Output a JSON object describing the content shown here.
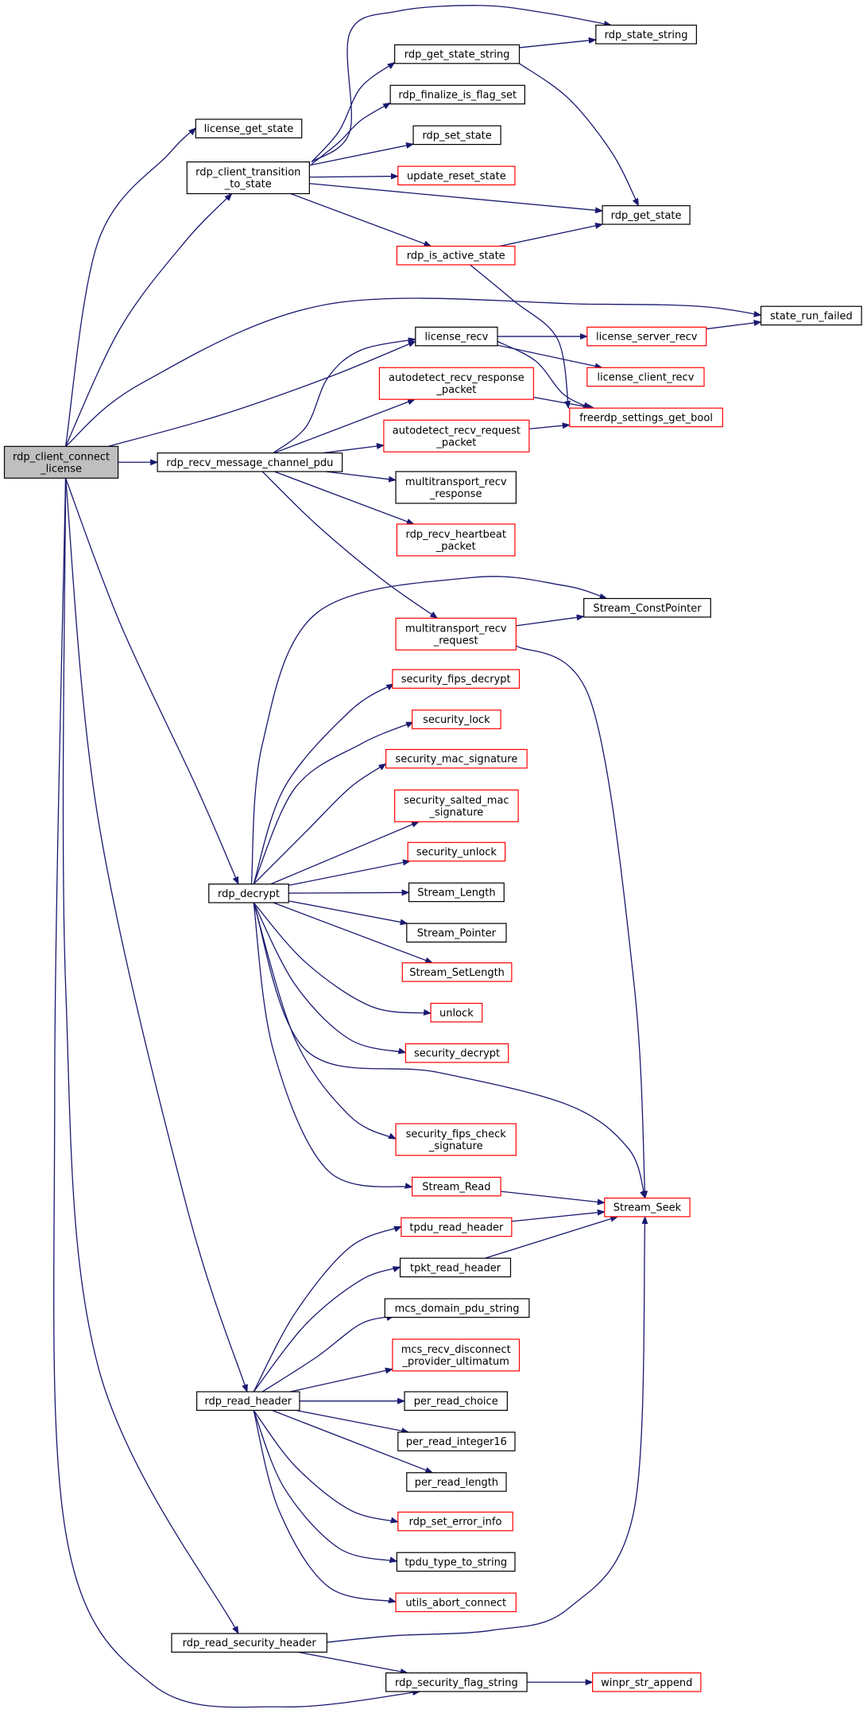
{
  "colors": {
    "edge": "#191970",
    "node_border_normal": "#000000",
    "node_border_truncated": "#ff0000",
    "node_fill": "#ffffff",
    "root_fill": "#bfbfbf",
    "background": "#ffffff"
  },
  "nodes": [
    {
      "id": "rdp_client_connect_license",
      "lines": [
        "rdp_client_connect",
        "_license"
      ],
      "style": "root"
    },
    {
      "id": "license_get_state",
      "lines": [
        "license_get_state"
      ],
      "style": "normal"
    },
    {
      "id": "rdp_client_transition_to_state",
      "lines": [
        "rdp_client_transition",
        "_to_state"
      ],
      "style": "normal"
    },
    {
      "id": "rdp_get_state_string",
      "lines": [
        "rdp_get_state_string"
      ],
      "style": "normal"
    },
    {
      "id": "rdp_state_string",
      "lines": [
        "rdp_state_string"
      ],
      "style": "normal"
    },
    {
      "id": "rdp_finalize_is_flag_set",
      "lines": [
        "rdp_finalize_is_flag_set"
      ],
      "style": "normal"
    },
    {
      "id": "rdp_set_state",
      "lines": [
        "rdp_set_state"
      ],
      "style": "normal"
    },
    {
      "id": "update_reset_state",
      "lines": [
        "update_reset_state"
      ],
      "style": "truncated"
    },
    {
      "id": "rdp_get_state",
      "lines": [
        "rdp_get_state"
      ],
      "style": "normal"
    },
    {
      "id": "rdp_is_active_state",
      "lines": [
        "rdp_is_active_state"
      ],
      "style": "truncated"
    },
    {
      "id": "state_run_failed",
      "lines": [
        "state_run_failed"
      ],
      "style": "normal"
    },
    {
      "id": "license_recv",
      "lines": [
        "license_recv"
      ],
      "style": "normal"
    },
    {
      "id": "license_server_recv",
      "lines": [
        "license_server_recv"
      ],
      "style": "truncated"
    },
    {
      "id": "license_client_recv",
      "lines": [
        "license_client_recv"
      ],
      "style": "truncated"
    },
    {
      "id": "autodetect_recv_response_packet",
      "lines": [
        "autodetect_recv_response",
        "_packet"
      ],
      "style": "truncated"
    },
    {
      "id": "freerdp_settings_get_bool",
      "lines": [
        "freerdp_settings_get_bool"
      ],
      "style": "truncated"
    },
    {
      "id": "autodetect_recv_request_packet",
      "lines": [
        "autodetect_recv_request",
        "_packet"
      ],
      "style": "truncated"
    },
    {
      "id": "rdp_recv_message_channel_pdu",
      "lines": [
        "rdp_recv_message_channel_pdu"
      ],
      "style": "normal"
    },
    {
      "id": "multitransport_recv_response",
      "lines": [
        "multitransport_recv",
        "_response"
      ],
      "style": "normal"
    },
    {
      "id": "rdp_recv_heartbeat_packet",
      "lines": [
        "rdp_recv_heartbeat",
        "_packet"
      ],
      "style": "truncated"
    },
    {
      "id": "multitransport_recv_request",
      "lines": [
        "multitransport_recv",
        "_request"
      ],
      "style": "truncated"
    },
    {
      "id": "Stream_ConstPointer",
      "lines": [
        "Stream_ConstPointer"
      ],
      "style": "normal"
    },
    {
      "id": "security_fips_decrypt",
      "lines": [
        "security_fips_decrypt"
      ],
      "style": "truncated"
    },
    {
      "id": "security_lock",
      "lines": [
        "security_lock"
      ],
      "style": "truncated"
    },
    {
      "id": "security_mac_signature",
      "lines": [
        "security_mac_signature"
      ],
      "style": "truncated"
    },
    {
      "id": "security_salted_mac_signature",
      "lines": [
        "security_salted_mac",
        "_signature"
      ],
      "style": "truncated"
    },
    {
      "id": "security_unlock",
      "lines": [
        "security_unlock"
      ],
      "style": "truncated"
    },
    {
      "id": "rdp_decrypt",
      "lines": [
        "rdp_decrypt"
      ],
      "style": "normal"
    },
    {
      "id": "Stream_Length",
      "lines": [
        "Stream_Length"
      ],
      "style": "normal"
    },
    {
      "id": "Stream_Pointer",
      "lines": [
        "Stream_Pointer"
      ],
      "style": "normal"
    },
    {
      "id": "Stream_SetLength",
      "lines": [
        "Stream_SetLength"
      ],
      "style": "truncated"
    },
    {
      "id": "unlock",
      "lines": [
        "unlock"
      ],
      "style": "truncated"
    },
    {
      "id": "security_decrypt",
      "lines": [
        "security_decrypt"
      ],
      "style": "truncated"
    },
    {
      "id": "security_fips_check_signature",
      "lines": [
        "security_fips_check",
        "_signature"
      ],
      "style": "truncated"
    },
    {
      "id": "Stream_Read",
      "lines": [
        "Stream_Read"
      ],
      "style": "truncated"
    },
    {
      "id": "Stream_Seek",
      "lines": [
        "Stream_Seek"
      ],
      "style": "truncated"
    },
    {
      "id": "tpdu_read_header",
      "lines": [
        "tpdu_read_header"
      ],
      "style": "truncated"
    },
    {
      "id": "tpkt_read_header",
      "lines": [
        "tpkt_read_header"
      ],
      "style": "normal"
    },
    {
      "id": "mcs_domain_pdu_string",
      "lines": [
        "mcs_domain_pdu_string"
      ],
      "style": "normal"
    },
    {
      "id": "mcs_recv_disconnect_provider_ultimatum",
      "lines": [
        "mcs_recv_disconnect",
        "_provider_ultimatum"
      ],
      "style": "truncated"
    },
    {
      "id": "rdp_read_header",
      "lines": [
        "rdp_read_header"
      ],
      "style": "normal"
    },
    {
      "id": "per_read_choice",
      "lines": [
        "per_read_choice"
      ],
      "style": "normal"
    },
    {
      "id": "per_read_integer16",
      "lines": [
        "per_read_integer16"
      ],
      "style": "normal"
    },
    {
      "id": "per_read_length",
      "lines": [
        "per_read_length"
      ],
      "style": "normal"
    },
    {
      "id": "rdp_set_error_info",
      "lines": [
        "rdp_set_error_info"
      ],
      "style": "truncated"
    },
    {
      "id": "tpdu_type_to_string",
      "lines": [
        "tpdu_type_to_string"
      ],
      "style": "normal"
    },
    {
      "id": "utils_abort_connect",
      "lines": [
        "utils_abort_connect"
      ],
      "style": "truncated"
    },
    {
      "id": "rdp_read_security_header",
      "lines": [
        "rdp_read_security_header"
      ],
      "style": "normal"
    },
    {
      "id": "rdp_security_flag_string",
      "lines": [
        "rdp_security_flag_string"
      ],
      "style": "normal"
    },
    {
      "id": "winpr_str_append",
      "lines": [
        "winpr_str_append"
      ],
      "style": "truncated"
    }
  ],
  "edges": [
    {
      "from": "rdp_client_connect_license",
      "to": "license_get_state"
    },
    {
      "from": "rdp_client_connect_license",
      "to": "rdp_client_transition_to_state"
    },
    {
      "from": "rdp_client_connect_license",
      "to": "state_run_failed"
    },
    {
      "from": "rdp_client_connect_license",
      "to": "license_recv"
    },
    {
      "from": "rdp_client_connect_license",
      "to": "rdp_recv_message_channel_pdu"
    },
    {
      "from": "rdp_client_connect_license",
      "to": "rdp_decrypt"
    },
    {
      "from": "rdp_client_connect_license",
      "to": "rdp_read_header"
    },
    {
      "from": "rdp_client_connect_license",
      "to": "rdp_read_security_header"
    },
    {
      "from": "rdp_client_connect_license",
      "to": "rdp_security_flag_string"
    },
    {
      "from": "rdp_client_transition_to_state",
      "to": "rdp_get_state_string"
    },
    {
      "from": "rdp_client_transition_to_state",
      "to": "rdp_state_string"
    },
    {
      "from": "rdp_client_transition_to_state",
      "to": "rdp_finalize_is_flag_set"
    },
    {
      "from": "rdp_client_transition_to_state",
      "to": "rdp_set_state"
    },
    {
      "from": "rdp_client_transition_to_state",
      "to": "update_reset_state"
    },
    {
      "from": "rdp_client_transition_to_state",
      "to": "rdp_get_state"
    },
    {
      "from": "rdp_client_transition_to_state",
      "to": "rdp_is_active_state"
    },
    {
      "from": "rdp_get_state_string",
      "to": "rdp_state_string"
    },
    {
      "from": "rdp_get_state_string",
      "to": "rdp_get_state"
    },
    {
      "from": "rdp_is_active_state",
      "to": "rdp_get_state"
    },
    {
      "from": "rdp_is_active_state",
      "to": "freerdp_settings_get_bool"
    },
    {
      "from": "license_recv",
      "to": "license_server_recv"
    },
    {
      "from": "license_recv",
      "to": "license_client_recv"
    },
    {
      "from": "license_recv",
      "to": "freerdp_settings_get_bool"
    },
    {
      "from": "license_server_recv",
      "to": "state_run_failed"
    },
    {
      "from": "autodetect_recv_response_packet",
      "to": "freerdp_settings_get_bool"
    },
    {
      "from": "autodetect_recv_request_packet",
      "to": "freerdp_settings_get_bool"
    },
    {
      "from": "rdp_recv_message_channel_pdu",
      "to": "license_recv"
    },
    {
      "from": "rdp_recv_message_channel_pdu",
      "to": "autodetect_recv_response_packet"
    },
    {
      "from": "rdp_recv_message_channel_pdu",
      "to": "autodetect_recv_request_packet"
    },
    {
      "from": "rdp_recv_message_channel_pdu",
      "to": "multitransport_recv_response"
    },
    {
      "from": "rdp_recv_message_channel_pdu",
      "to": "rdp_recv_heartbeat_packet"
    },
    {
      "from": "rdp_recv_message_channel_pdu",
      "to": "multitransport_recv_request"
    },
    {
      "from": "multitransport_recv_request",
      "to": "Stream_ConstPointer"
    },
    {
      "from": "multitransport_recv_request",
      "to": "Stream_Seek"
    },
    {
      "from": "rdp_decrypt",
      "to": "Stream_ConstPointer"
    },
    {
      "from": "rdp_decrypt",
      "to": "security_fips_decrypt"
    },
    {
      "from": "rdp_decrypt",
      "to": "security_lock"
    },
    {
      "from": "rdp_decrypt",
      "to": "security_mac_signature"
    },
    {
      "from": "rdp_decrypt",
      "to": "security_salted_mac_signature"
    },
    {
      "from": "rdp_decrypt",
      "to": "security_unlock"
    },
    {
      "from": "rdp_decrypt",
      "to": "Stream_Length"
    },
    {
      "from": "rdp_decrypt",
      "to": "Stream_Pointer"
    },
    {
      "from": "rdp_decrypt",
      "to": "Stream_SetLength"
    },
    {
      "from": "rdp_decrypt",
      "to": "unlock"
    },
    {
      "from": "rdp_decrypt",
      "to": "security_decrypt"
    },
    {
      "from": "rdp_decrypt",
      "to": "security_fips_check_signature"
    },
    {
      "from": "rdp_decrypt",
      "to": "Stream_Read"
    },
    {
      "from": "rdp_decrypt",
      "to": "Stream_Seek"
    },
    {
      "from": "Stream_Read",
      "to": "Stream_Seek"
    },
    {
      "from": "tpdu_read_header",
      "to": "Stream_Seek"
    },
    {
      "from": "tpkt_read_header",
      "to": "Stream_Seek"
    },
    {
      "from": "rdp_read_header",
      "to": "tpdu_read_header"
    },
    {
      "from": "rdp_read_header",
      "to": "tpkt_read_header"
    },
    {
      "from": "rdp_read_header",
      "to": "mcs_domain_pdu_string"
    },
    {
      "from": "rdp_read_header",
      "to": "mcs_recv_disconnect_provider_ultimatum"
    },
    {
      "from": "rdp_read_header",
      "to": "per_read_choice"
    },
    {
      "from": "rdp_read_header",
      "to": "per_read_integer16"
    },
    {
      "from": "rdp_read_header",
      "to": "per_read_length"
    },
    {
      "from": "rdp_read_header",
      "to": "rdp_set_error_info"
    },
    {
      "from": "rdp_read_header",
      "to": "tpdu_type_to_string"
    },
    {
      "from": "rdp_read_header",
      "to": "utils_abort_connect"
    },
    {
      "from": "rdp_read_security_header",
      "to": "Stream_Seek"
    },
    {
      "from": "rdp_read_security_header",
      "to": "rdp_security_flag_string"
    },
    {
      "from": "rdp_security_flag_string",
      "to": "winpr_str_append"
    }
  ]
}
